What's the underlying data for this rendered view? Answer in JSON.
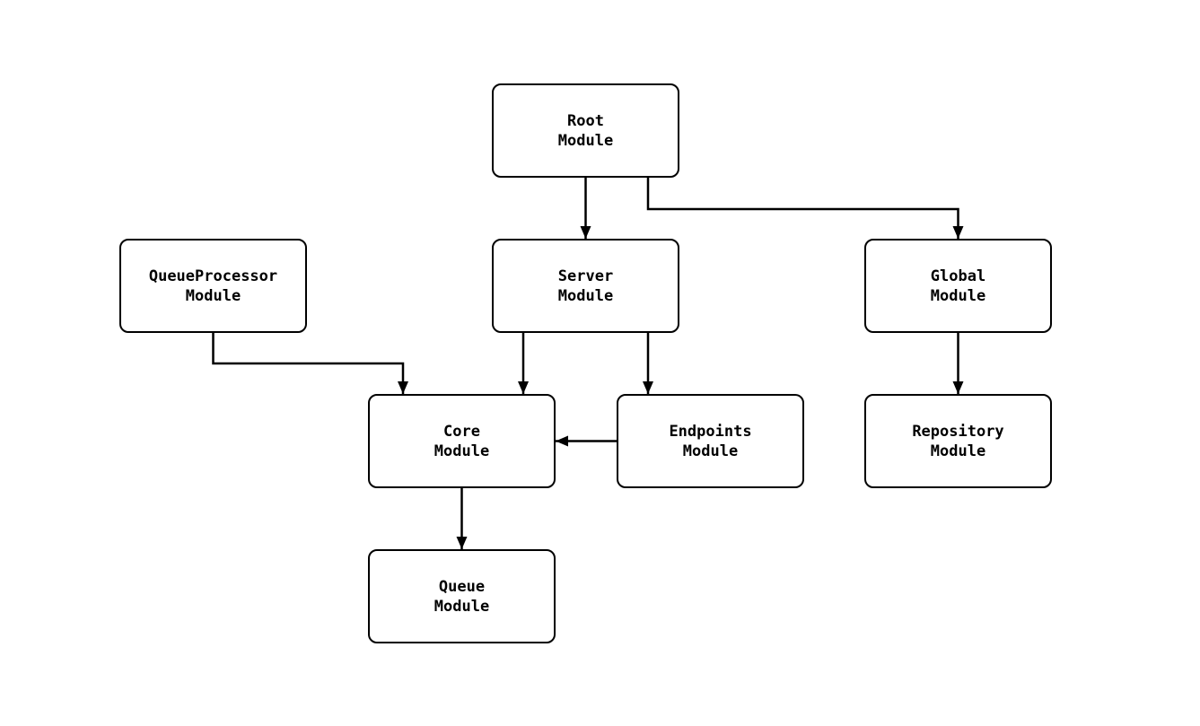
{
  "diagram": {
    "type": "flowchart",
    "background": "#ffffff",
    "colors": {
      "node_fill": "#ffffff",
      "node_stroke": "#000000",
      "edge_stroke": "#000000",
      "text": "#000000"
    },
    "nodes": {
      "root": {
        "label": "Root\nModule"
      },
      "server": {
        "label": "Server\nModule"
      },
      "queueprocessor": {
        "label": "QueueProcessor\nModule"
      },
      "global": {
        "label": "Global\nModule"
      },
      "core": {
        "label": "Core\nModule"
      },
      "endpoints": {
        "label": "Endpoints\nModule"
      },
      "repository": {
        "label": "Repository\nModule"
      },
      "queue": {
        "label": "Queue\nModule"
      }
    },
    "edges": [
      {
        "from": "root",
        "to": "server"
      },
      {
        "from": "root",
        "to": "global"
      },
      {
        "from": "queueprocessor",
        "to": "core"
      },
      {
        "from": "server",
        "to": "core"
      },
      {
        "from": "server",
        "to": "endpoints"
      },
      {
        "from": "endpoints",
        "to": "core"
      },
      {
        "from": "global",
        "to": "repository"
      },
      {
        "from": "core",
        "to": "queue"
      }
    ]
  }
}
